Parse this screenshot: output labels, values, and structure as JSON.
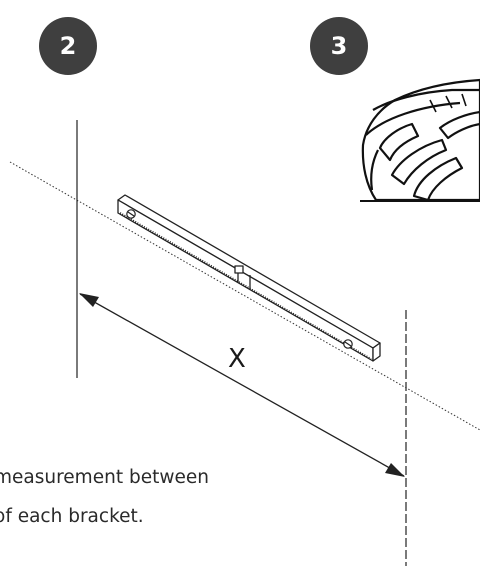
{
  "steps": [
    {
      "number": "2"
    },
    {
      "number": "3"
    }
  ],
  "dimension": {
    "label": "X"
  },
  "caption": {
    "line1": "measurement between",
    "line2": "of each bracket."
  }
}
